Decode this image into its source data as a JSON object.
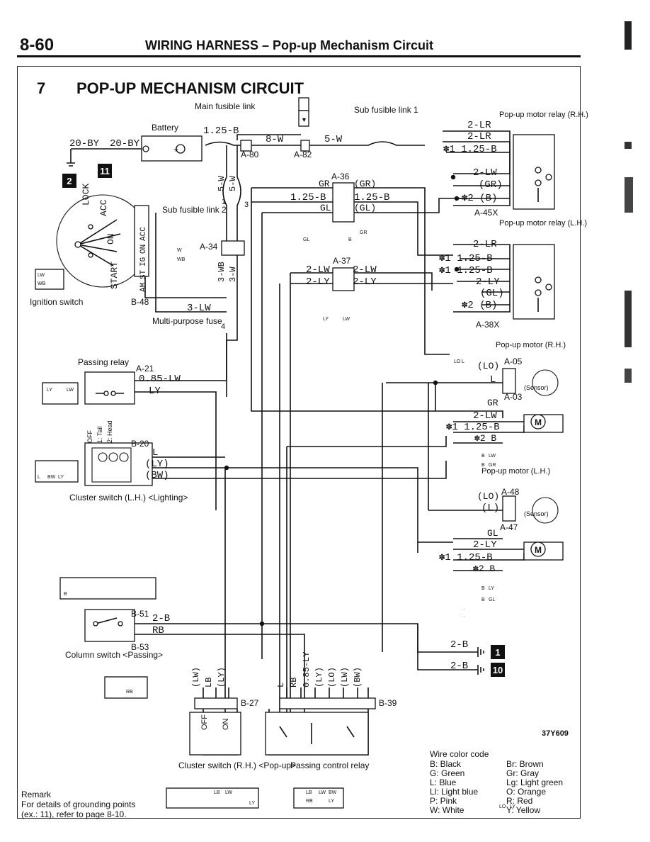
{
  "page": {
    "number": "8-60",
    "title": "WIRING HARNESS – Pop-up Mechanism Circuit"
  },
  "circuit": {
    "index": "7",
    "title": "POP-UP MECHANISM CIRCUIT"
  },
  "labels": {
    "main_fusible_link": "Main fusible link",
    "sub_fusible_link_1": "Sub fusible link 1",
    "battery": "Battery",
    "sub_fusible_link_2": "Sub fusible link 2",
    "ignition_switch": "Ignition switch",
    "multipurpose_fuse": "Multi-purpose fuse",
    "passing_relay": "Passing relay",
    "cluster_switch_lighting": "Cluster switch (L.H.) <Lighting>",
    "column_switch": "Column switch <Passing>",
    "cluster_switch_popup": "Cluster switch (R.H.) <Pop-up>",
    "passing_control_relay": "Passing control relay",
    "popup_motor_relay_rh": "Pop-up motor relay (R.H.)",
    "popup_motor_relay_lh": "Pop-up motor relay (L.H.)",
    "popup_motor_rh": "Pop-up motor (R.H.)",
    "popup_motor_lh": "Pop-up motor (L.H.)",
    "sensor": "(Sensor)",
    "figure_code": "37Y609",
    "remark": "Remark\nFor details of grounding points\n(ex.: 11), refer to page 8-10."
  },
  "ignition_positions": [
    "LOCK",
    "ACC",
    "ON",
    "START"
  ],
  "ignition_terminals": [
    "ACC",
    "ON",
    "IG",
    "ST",
    "AM"
  ],
  "lighting_positions": [
    "OFF",
    "1: Tail",
    "2: Head"
  ],
  "popup_positions": [
    "OFF",
    "ON"
  ],
  "ground_refs": [
    "2",
    "11",
    "1",
    "10"
  ],
  "connectors": [
    "A-80",
    "A-82",
    "A-36",
    "A-34",
    "A-37",
    "B-48",
    "A-21",
    "B-20",
    "B-51",
    "B-53",
    "B-27",
    "B-39",
    "A-45X",
    "A-38X",
    "A-05",
    "A-03",
    "A-48",
    "A-47"
  ],
  "fuse_numbers": [
    "1",
    "3",
    "4"
  ],
  "wires": {
    "battery_ground": "20-BY",
    "battery_pos": "20-BY",
    "battery_out": "1.25-B",
    "main_link": "8-W",
    "sub_link1": "5-W",
    "sublink2_a": "5-W",
    "sublink2_b": "5-W",
    "a36_in": "1.25-B",
    "a36_out": "1.25-B",
    "gr": "GR",
    "gr_par": "(GR)",
    "gl": "GL",
    "gl_par": "(GL)",
    "a37_lw_in": "2-LW",
    "a37_lw_out": "2-LW",
    "a37_ly_in": "2-LY",
    "a37_ly_out": "2-LY",
    "ig_out_a": "3-WB",
    "ig_out_b": "3-W",
    "ig_lw": "3-LW",
    "passing_lw": "0.85-LW",
    "passing_ly": "LY",
    "cluster_l": "L",
    "cluster_ly": "(LY)",
    "cluster_bw": "(BW)",
    "column_b": "2-B",
    "column_rb": "RB",
    "ground1": "2-B",
    "ground10": "2-B",
    "relay_rh_lr": "2-LR",
    "relay_rh_lr2": "2-LR",
    "relay_rh_b": "✽1 1.25-B",
    "relay_rh_lw": "2-LW",
    "relay_rh_gr": "(GR)",
    "relay_rh_bp": "✽2 (B)",
    "relay_lh_lr": "2-LR",
    "relay_lh_b1": "✽1 1.25-B",
    "relay_lh_b2": "✽1 1.25-B",
    "relay_lh_ly": "2-LY",
    "relay_lh_gl": "(GL)",
    "relay_lh_bp": "✽2 (B)",
    "motor_rh_lo": "(LO)",
    "motor_rh_l": "L",
    "motor_rh_gr": "GR",
    "motor_rh_lw": "2-LW",
    "motor_rh_b": "✽1 1.25-B",
    "motor_rh_b2": "✽2 B",
    "motor_lh_lo": "(LO)",
    "motor_lh_l": "(L)",
    "motor_lh_gl": "GL",
    "motor_lh_ly": "2-LY",
    "motor_lh_b": "✽1 1.25-B",
    "motor_lh_b2": "✽2 B",
    "b27_wires": [
      "(LW)",
      "LB",
      "(LY)"
    ],
    "b39_wires": [
      "L",
      "RB",
      "0.85-LY",
      "(LY)",
      "(LO)",
      "(LW)",
      "(BW)"
    ],
    "b27_label": "B-27",
    "b39_label": "B-39"
  },
  "variant_marks": [
    "✽1",
    "✽2"
  ],
  "wire_color_code": {
    "title": "Wire color code",
    "entries": [
      [
        "B: Black",
        "Br: Brown"
      ],
      [
        "G: Green",
        "Gr: Gray"
      ],
      [
        "L: Blue",
        "Lg: Light green"
      ],
      [
        "Ll: Light blue",
        "O: Orange"
      ],
      [
        "P: Pink",
        "R: Red"
      ],
      [
        "W: White",
        "Y: Yellow"
      ]
    ]
  },
  "connector_pin_labels": {
    "ign": [
      "LW",
      "WB"
    ],
    "a34": [
      "W",
      "WB"
    ],
    "a36": [
      "GL",
      "B",
      "GR"
    ],
    "a37": [
      "LY",
      "LW"
    ],
    "a21": [
      "LY",
      "LW"
    ],
    "b20": [
      "L",
      "BW",
      "LY"
    ],
    "col": [
      "B"
    ],
    "col2": [
      "RB"
    ],
    "cr": [
      "LB",
      "LW",
      "LY"
    ],
    "pcr": [
      "LB",
      "LW",
      "BW",
      "RB",
      "LY",
      "LO",
      "LY"
    ],
    "mot": [
      "LO",
      "L"
    ],
    "mot_gr": [
      "B",
      "LW",
      "B",
      "GR"
    ],
    "mot_gl": [
      "B",
      "LY",
      "B",
      "GL"
    ]
  }
}
